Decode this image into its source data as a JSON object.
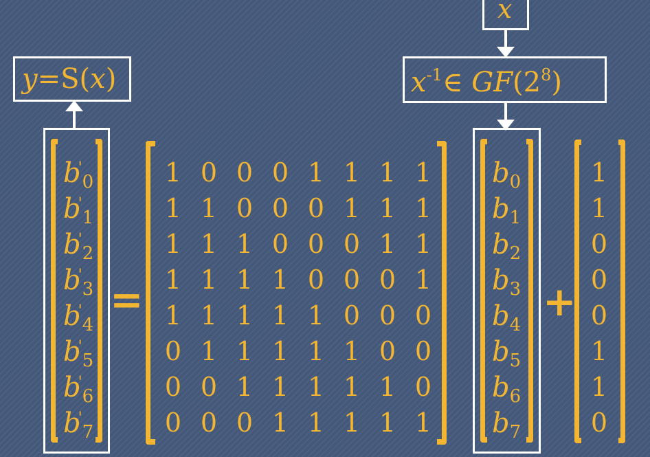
{
  "diagram": {
    "input_label": "x",
    "inverse_label": {
      "base": "x",
      "exponent": "-1",
      "member": "∈",
      "field": "GF",
      "open": "(",
      "field_base": "2",
      "field_exponent": "8",
      "close": ")"
    },
    "output_label": {
      "lhs": "y",
      "eq": "=",
      "fn": "S",
      "open": "(",
      "arg": "x",
      "close": ")"
    },
    "equals_sign": "=",
    "plus_sign": "+",
    "output_vector": [
      {
        "sym": "b",
        "prime": "'",
        "sub": "0"
      },
      {
        "sym": "b",
        "prime": "'",
        "sub": "1"
      },
      {
        "sym": "b",
        "prime": "'",
        "sub": "2"
      },
      {
        "sym": "b",
        "prime": "'",
        "sub": "3"
      },
      {
        "sym": "b",
        "prime": "'",
        "sub": "4"
      },
      {
        "sym": "b",
        "prime": "'",
        "sub": "5"
      },
      {
        "sym": "b",
        "prime": "'",
        "sub": "6"
      },
      {
        "sym": "b",
        "prime": "'",
        "sub": "7"
      }
    ],
    "matrix": [
      [
        "1",
        "0",
        "0",
        "0",
        "1",
        "1",
        "1",
        "1"
      ],
      [
        "1",
        "1",
        "0",
        "0",
        "0",
        "1",
        "1",
        "1"
      ],
      [
        "1",
        "1",
        "1",
        "0",
        "0",
        "0",
        "1",
        "1"
      ],
      [
        "1",
        "1",
        "1",
        "1",
        "0",
        "0",
        "0",
        "1"
      ],
      [
        "1",
        "1",
        "1",
        "1",
        "1",
        "0",
        "0",
        "0"
      ],
      [
        "0",
        "1",
        "1",
        "1",
        "1",
        "1",
        "0",
        "0"
      ],
      [
        "0",
        "0",
        "1",
        "1",
        "1",
        "1",
        "1",
        "0"
      ],
      [
        "0",
        "0",
        "0",
        "1",
        "1",
        "1",
        "1",
        "1"
      ]
    ],
    "input_vector": [
      {
        "sym": "b",
        "sub": "0"
      },
      {
        "sym": "b",
        "sub": "1"
      },
      {
        "sym": "b",
        "sub": "2"
      },
      {
        "sym": "b",
        "sub": "3"
      },
      {
        "sym": "b",
        "sub": "4"
      },
      {
        "sym": "b",
        "sub": "5"
      },
      {
        "sym": "b",
        "sub": "6"
      },
      {
        "sym": "b",
        "sub": "7"
      }
    ],
    "constant_vector": [
      "1",
      "1",
      "0",
      "0",
      "0",
      "1",
      "1",
      "0"
    ],
    "colors": {
      "accent": "#f2b632",
      "box": "#ffffff",
      "background": "#44587a"
    }
  }
}
